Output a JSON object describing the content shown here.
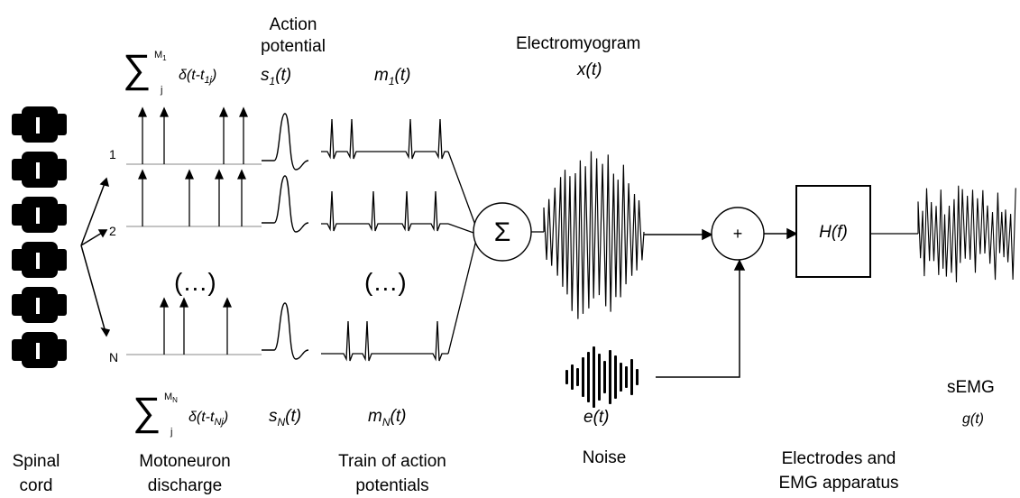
{
  "labels": {
    "action_potential_line1": "Action",
    "action_potential_line2": "potential",
    "s1": "s",
    "s1_sub": "1",
    "s1_tail": "(t)",
    "sN": "s",
    "sN_sub": "N",
    "sN_tail": "(t)",
    "m1": "m",
    "m1_sub": "1",
    "m1_tail": "(t)",
    "mN": "m",
    "mN_sub": "N",
    "mN_tail": "(t)",
    "electromyogram": "Electromyogram",
    "x_t": "x(t)",
    "e_t": "e(t)",
    "h_f": "H(f)",
    "semg": "sEMG",
    "g_t": "g(t)",
    "sigma": "Σ",
    "plus": "+"
  },
  "formula_top": {
    "sigma": "∑",
    "upper": "M",
    "upper_sub": "1",
    "lower": "j",
    "expr_a": "δ(t-t",
    "expr_sub": "1j",
    "expr_b": ")"
  },
  "formula_bottom": {
    "sigma": "∑",
    "upper": "M",
    "upper_sub": "N",
    "lower": "j",
    "expr_a": "δ(t-t",
    "expr_sub": "Nj",
    "expr_b": ")"
  },
  "rows": [
    "1",
    "2",
    "N"
  ],
  "ellipsis": "(…)",
  "bottom_captions": {
    "spinal_1": "Spinal",
    "spinal_2": "cord",
    "moto_1": "Motoneuron",
    "moto_2": "discharge",
    "train_1": "Train of action",
    "train_2": "potentials",
    "noise": "Noise",
    "elec_1": "Electrodes and",
    "elec_2": "EMG apparatus"
  }
}
